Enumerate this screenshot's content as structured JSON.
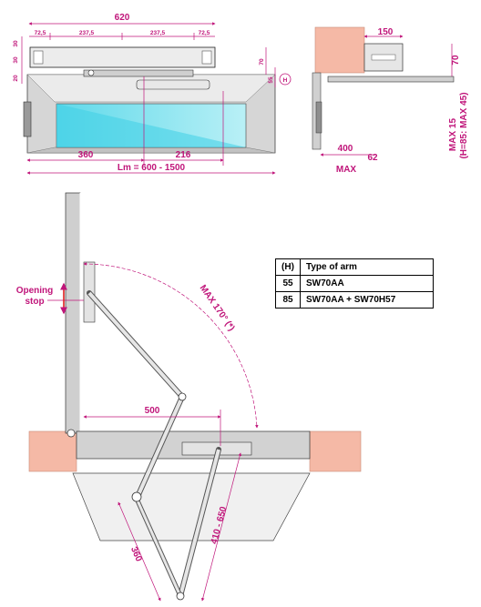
{
  "front_view": {
    "overall_width": "620",
    "segments": [
      "72,5",
      "237,5",
      "237,5",
      "72,5"
    ],
    "left_heights": [
      "30",
      "30",
      "20"
    ],
    "right_heights": [
      "70",
      "55"
    ],
    "height_marker": "H",
    "bottom_dims": [
      "360",
      "216"
    ],
    "leaf_width": "Lm = 600 - 1500"
  },
  "side_view": {
    "top_dim": "150",
    "right_dim": "70",
    "bottom_dims": [
      "400",
      "62"
    ],
    "bottom_note": "MAX",
    "vertical_note_1": "MAX 15",
    "vertical_note_2": "(H=85: MAX 45)"
  },
  "plan_view": {
    "opening_stop_line1": "Opening",
    "opening_stop_line2": "stop",
    "angle_label": "MAX 170° (*)",
    "dim_500": "500",
    "dim_arm_a": "360",
    "dim_arm_b": "410 - 650"
  },
  "arm_table": {
    "headers": [
      "(H)",
      "Type of arm"
    ],
    "rows": [
      [
        "55",
        "SW70AA"
      ],
      [
        "85",
        "SW70AA + SW70H57"
      ]
    ]
  },
  "colors": {
    "dimension": "#c0157a",
    "wall": "#f5b9a6",
    "glass": "#66ddee",
    "frame": "#d8d8d8"
  }
}
